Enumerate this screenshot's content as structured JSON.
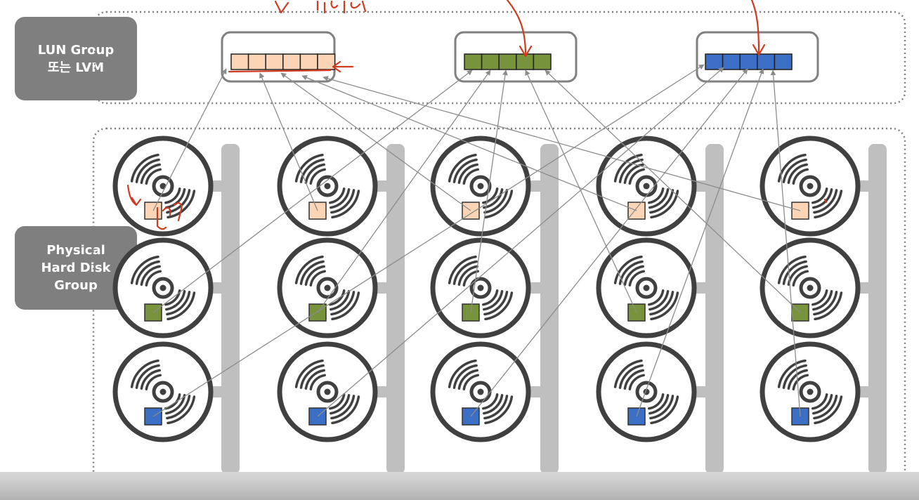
{
  "labels": {
    "lun_group": [
      "LUN Group",
      "또는 LVM"
    ],
    "physical_group": [
      "Physical",
      "Hard Disk",
      "Group"
    ]
  },
  "colors": {
    "peach": "#fbd5b5",
    "green": "#77933c",
    "blue": "#3b6fc6",
    "disk": "#404040",
    "rail": "#bfbfbf",
    "annotation": "#d13a1f",
    "link": "#8c8c8c",
    "label_bg": "#7f7f7f"
  },
  "lun_groups": [
    {
      "name": "peach",
      "color": "#fbd5b5",
      "blocks": 6
    },
    {
      "name": "green",
      "color": "#77933c",
      "blocks": 5
    },
    {
      "name": "blue",
      "color": "#3b6fc6",
      "blocks": 5
    }
  ],
  "disk_grid": {
    "columns": 5,
    "rows": 3,
    "row_colors": [
      "peach",
      "green",
      "blue"
    ]
  }
}
